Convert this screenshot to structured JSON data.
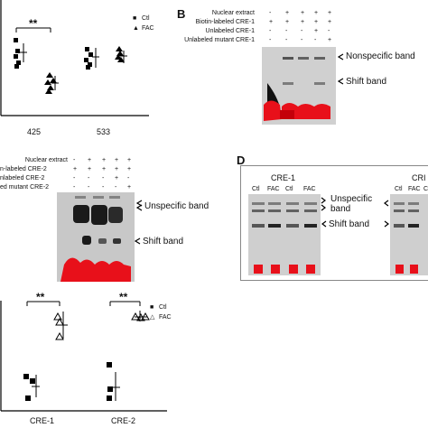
{
  "panels": {
    "A": {
      "significance": "**",
      "legend": [
        {
          "symbol": "■",
          "label": "Ctl"
        },
        {
          "symbol": "▲",
          "label": "FAC"
        }
      ],
      "xticks": [
        "425",
        "533"
      ]
    },
    "B": {
      "letter": "B",
      "rows": [
        {
          "label": "Nuclear extract",
          "marks": [
            "-",
            "+",
            "+",
            "+",
            "+"
          ]
        },
        {
          "label": "Biotin-labeled CRE-1",
          "marks": [
            "+",
            "+",
            "+",
            "+",
            "+"
          ]
        },
        {
          "label": "Unlabeled CRE-1",
          "marks": [
            "-",
            "-",
            "-",
            "+",
            "-"
          ]
        },
        {
          "label": "Unlabeled mutant CRE-1",
          "marks": [
            "-",
            "-",
            "-",
            "-",
            "+"
          ]
        }
      ],
      "bands": [
        "Nonspecific band",
        "Shift band"
      ]
    },
    "C": {
      "rows": [
        {
          "label": "Nuclear extract",
          "marks": [
            "-",
            "+",
            "+",
            "+",
            "+"
          ]
        },
        {
          "label": "n-labeled CRE-2",
          "marks": [
            "+",
            "+",
            "+",
            "+",
            "+"
          ]
        },
        {
          "label": "nlabeled CRE-2",
          "marks": [
            "-",
            "-",
            "-",
            "+",
            "-"
          ]
        },
        {
          "label": "ed mutant CRE-2",
          "marks": [
            "-",
            "-",
            "-",
            "-",
            "+"
          ]
        }
      ],
      "bands": [
        "Unspecific band",
        "Shift band"
      ]
    },
    "D": {
      "letter": "D",
      "gel1_title": "CRE-1",
      "gel2_title": "CRI",
      "lanes1": [
        "Ctl",
        "FAC",
        "Ctl",
        "FAC"
      ],
      "lanes2": [
        "Ctl",
        "FAC",
        "C"
      ],
      "bands": [
        "Unspecific band",
        "Shift band"
      ]
    },
    "E": {
      "significance": [
        "**",
        "**"
      ],
      "legend": [
        {
          "symbol": "■",
          "label": "Ctl"
        },
        {
          "symbol": "△",
          "label": "FAC"
        }
      ],
      "xticks": [
        "CRE-1",
        "CRE-2"
      ]
    }
  },
  "colors": {
    "gel_bg": "#d6d6d6",
    "red": "#e8101a",
    "band": "#2a2a2a"
  }
}
